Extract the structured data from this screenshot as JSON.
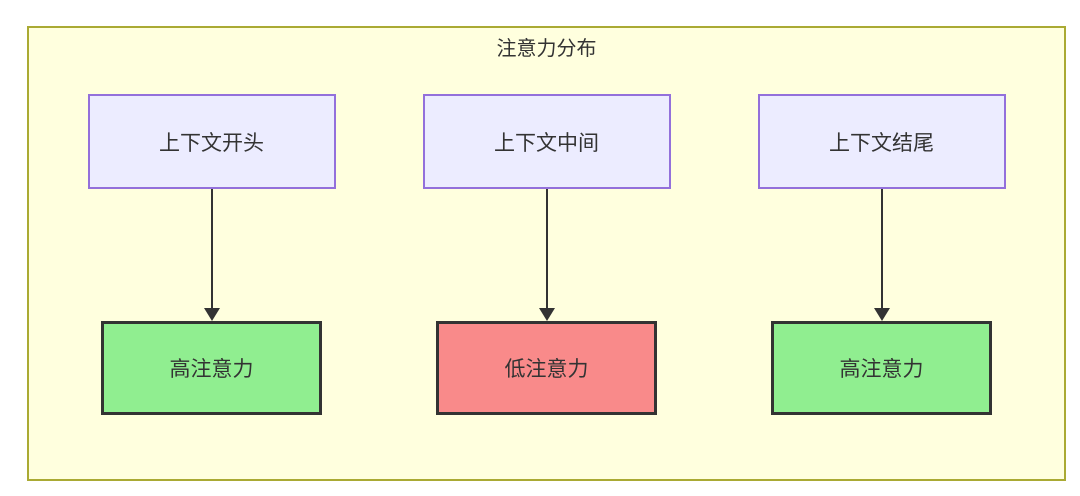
{
  "diagram": {
    "title": "注意力分布",
    "columns": [
      {
        "source": "上下文开头",
        "target": "高注意力",
        "target_type": "high"
      },
      {
        "source": "上下文中间",
        "target": "低注意力",
        "target_type": "low"
      },
      {
        "source": "上下文结尾",
        "target": "高注意力",
        "target_type": "high"
      }
    ],
    "colors": {
      "container_background": "#ffffde",
      "container_border": "#aaaa33",
      "source_node_background": "#ececff",
      "source_node_border": "#9370db",
      "high_attention_background": "#90ee90",
      "low_attention_background": "#f98a8a",
      "attention_node_border": "#333333",
      "arrow": "#333333",
      "text": "#333333",
      "page_background": "#ffffff"
    }
  }
}
